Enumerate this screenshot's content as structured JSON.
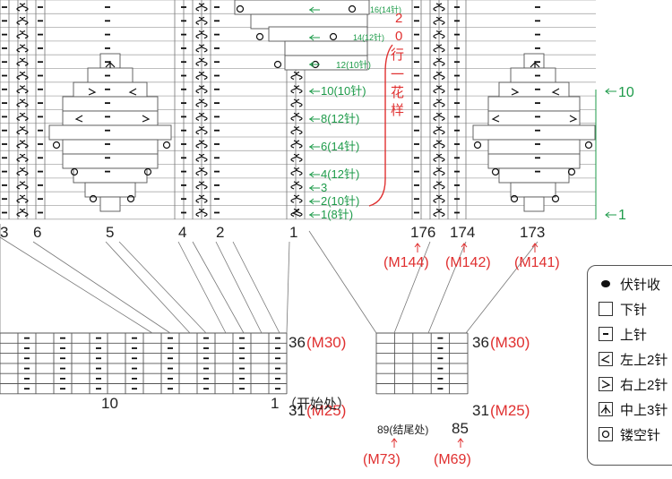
{
  "top_chart": {
    "col_labels": [
      "3",
      "6",
      "5",
      "4",
      "2",
      "1",
      "176",
      "174",
      "173"
    ],
    "ref_labels": [
      "(M144)",
      "(M142)",
      "(M141)"
    ],
    "row_annotations": [
      "16(14针)",
      "14(12针)",
      "12(10针)",
      "10(10针)",
      "8(12针)",
      "6(14针)",
      "4(12针)",
      "3",
      "2(10针)",
      "1(8针)"
    ],
    "right_markers": [
      "10",
      "1"
    ],
    "vertical_text": [
      "2",
      "0",
      "行",
      "一",
      "花",
      "样"
    ]
  },
  "bottom_left_chart": {
    "row_top": "36",
    "row_top_ref": "(M30)",
    "row_bottom": "31",
    "row_bottom_ref": "(M25)",
    "col_labels": [
      "10",
      "1"
    ],
    "start_note": "（开始处）"
  },
  "bottom_right_chart": {
    "row_top": "36",
    "row_top_ref": "(M30)",
    "row_bottom": "31",
    "row_bottom_ref": "(M25)",
    "col_label_left": "89(结尾处)",
    "col_label_right": "85",
    "ref_left": "(M73)",
    "ref_right": "(M69)"
  },
  "legend": {
    "items": [
      {
        "icon": "bind-off-dot-icon",
        "label": "伏针收"
      },
      {
        "icon": "knit-box-icon",
        "label": "下针"
      },
      {
        "icon": "purl-dash-icon",
        "label": "上针"
      },
      {
        "icon": "left-dec-icon",
        "label": "左上2针"
      },
      {
        "icon": "right-dec-icon",
        "label": "右上2针"
      },
      {
        "icon": "center-dec-icon",
        "label": "中上3针"
      },
      {
        "icon": "yarn-over-icon",
        "label": "镂空针"
      }
    ]
  },
  "colors": {
    "annotation_green": "#1e9b4a",
    "reference_red": "#e03030",
    "grid": "#555555"
  }
}
